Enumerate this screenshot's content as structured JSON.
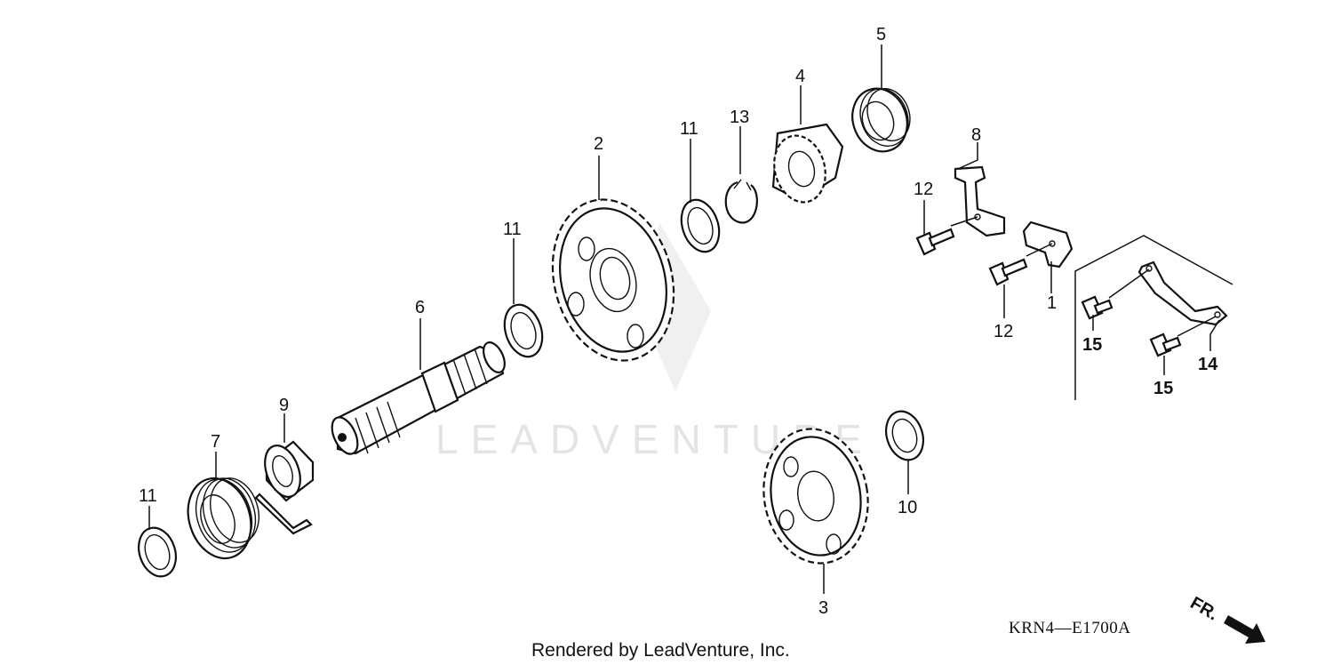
{
  "diagram": {
    "code": "KRN4—E1700A",
    "direction_label": "FR.",
    "credit": "Rendered by LeadVenture, Inc.",
    "watermark": "LEADVENTURE",
    "labels": {
      "n1": "1",
      "n2": "2",
      "n3": "3",
      "n4": "4",
      "n5": "5",
      "n6": "6",
      "n7": "7",
      "n8": "8",
      "n9": "9",
      "n10": "10",
      "n11a": "11",
      "n11b": "11",
      "n11c": "11",
      "n12a": "12",
      "n12b": "12",
      "n13": "13",
      "n14": "14",
      "n15a": "15",
      "n15b": "15"
    }
  }
}
